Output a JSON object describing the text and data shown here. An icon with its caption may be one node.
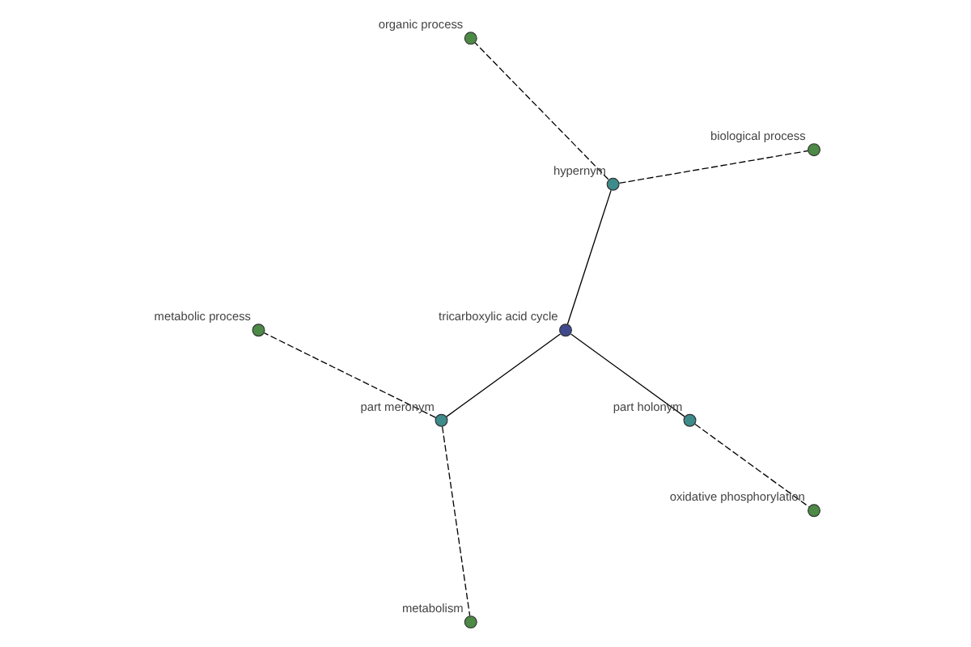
{
  "diagram": {
    "nodes": [
      {
        "text": [
          "biological process"
        ]
      },
      {
        "text": [
          "organic process"
        ]
      },
      {
        "text": [
          "hypernym"
        ]
      },
      {
        "text": [
          "tricarboxylic acid cycle"
        ]
      },
      {
        "text": [
          "metabolic process"
        ]
      },
      {
        "text": [
          "part meronym"
        ]
      },
      {
        "text": [
          "part holonym"
        ]
      },
      {
        "text": [
          "metabolism"
        ]
      },
      {
        "text": [
          "oxidative phosphorylation"
        ]
      }
    ],
    "edges": [
      {
        "from": 3,
        "to": 2,
        "arrow": "none"
      },
      {
        "from": 2,
        "to": 0,
        "arrow": "none",
        "style": "dashed"
      },
      {
        "from": 2,
        "to": 1,
        "arrow": "none",
        "style": "dashed"
      },
      {
        "from": 3,
        "to": 5,
        "arrow": "none"
      },
      {
        "from": 5,
        "to": 4,
        "arrow": "none",
        "style": "dashed"
      },
      {
        "from": 5,
        "to": 7,
        "arrow": "none",
        "style": "dashed"
      },
      {
        "from": 3,
        "to": 6,
        "arrow": "none"
      },
      {
        "from": 6,
        "to": 8,
        "arrow": "none",
        "style": "dashed"
      }
    ]
  }
}
